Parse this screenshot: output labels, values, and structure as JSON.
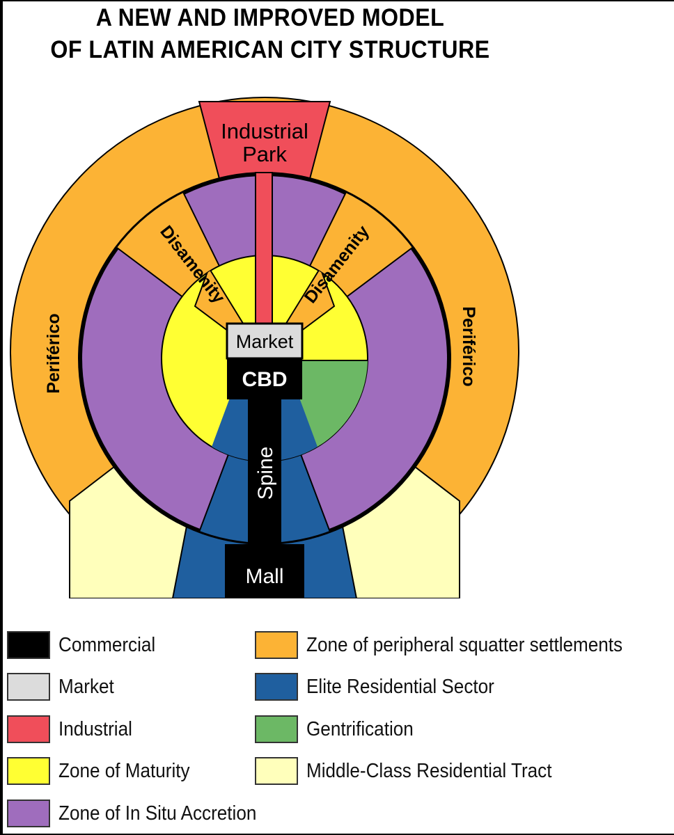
{
  "title": {
    "line1": "A NEW AND IMPROVED MODEL",
    "line2": "OF LATIN AMERICAN CITY STRUCTURE"
  },
  "colors": {
    "commercial": "#000000",
    "market": "#dcdcdc",
    "industrial": "#f04e5a",
    "maturity": "#ffff33",
    "in_situ": "#9f6dbd",
    "squatter": "#fcb335",
    "elite": "#1f5f9f",
    "gentrification": "#6cb865",
    "middle_class": "#ffffbb"
  },
  "diagram": {
    "labels": {
      "industrial_park_1": "Industrial",
      "industrial_park_2": "Park",
      "disamenity_left": "Disamenity",
      "disamenity_right": "Disamenity",
      "periferico_left": "Periférico",
      "periferico_right": "Periférico",
      "market": "Market",
      "cbd": "CBD",
      "spine": "Spine",
      "mall": "Mall"
    }
  },
  "legend": {
    "items": [
      {
        "label": "Commercial",
        "color": "#000000"
      },
      {
        "label": "Market",
        "color": "#dcdcdc"
      },
      {
        "label": "Industrial",
        "color": "#f04e5a"
      },
      {
        "label": "Zone of Maturity",
        "color": "#ffff33"
      },
      {
        "label": "Zone of In Situ Accretion",
        "color": "#9f6dbd"
      },
      {
        "label": "Zone of peripheral squatter settlements",
        "color": "#fcb335"
      },
      {
        "label": "Elite Residential Sector",
        "color": "#1f5f9f"
      },
      {
        "label": "Gentrification",
        "color": "#6cb865"
      },
      {
        "label": "Middle-Class Residential Tract",
        "color": "#ffffbb"
      }
    ]
  }
}
